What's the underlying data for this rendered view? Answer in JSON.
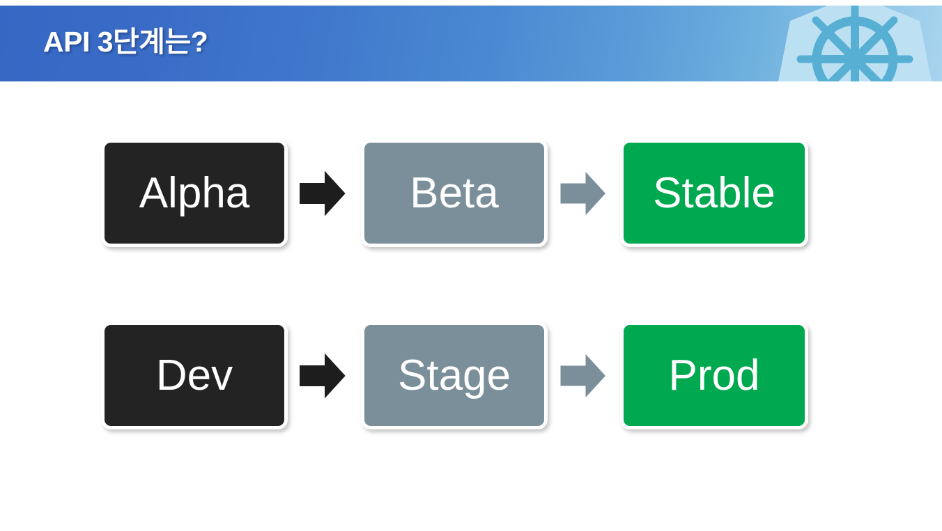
{
  "slide": {
    "title": "API 3단계는?",
    "background_color": "#ffffff"
  },
  "header": {
    "title": "API 3단계는?",
    "gradient_from": "#3567c4",
    "gradient_to": "#a9d4ee",
    "text_color": "#ffffff",
    "logo": {
      "name": "kubernetes-logo",
      "heptagon_color": "#bfe2f2",
      "wheel_color": "#57b0d4"
    }
  },
  "diagram_data": {
    "type": "flow",
    "rows": [
      {
        "id": "api-maturity",
        "nodes": [
          {
            "label": "Alpha",
            "color": "#232323",
            "text_color": "#ffffff"
          },
          {
            "label": "Beta",
            "color": "#7b8f9b",
            "text_color": "#ffffff"
          },
          {
            "label": "Stable",
            "color": "#00a84f",
            "text_color": "#ffffff"
          }
        ],
        "connectors": [
          {
            "type": "block-arrow",
            "direction": "right",
            "color": "#1d1d1d"
          },
          {
            "type": "block-arrow",
            "direction": "right",
            "color": "#7b8f9b"
          }
        ]
      },
      {
        "id": "environments",
        "nodes": [
          {
            "label": "Dev",
            "color": "#232323",
            "text_color": "#ffffff"
          },
          {
            "label": "Stage",
            "color": "#7b8f9b",
            "text_color": "#ffffff"
          },
          {
            "label": "Prod",
            "color": "#00a84f",
            "text_color": "#ffffff"
          }
        ],
        "connectors": [
          {
            "type": "block-arrow",
            "direction": "right",
            "color": "#1d1d1d"
          },
          {
            "type": "block-arrow",
            "direction": "right",
            "color": "#7b8f9b"
          }
        ]
      }
    ]
  }
}
